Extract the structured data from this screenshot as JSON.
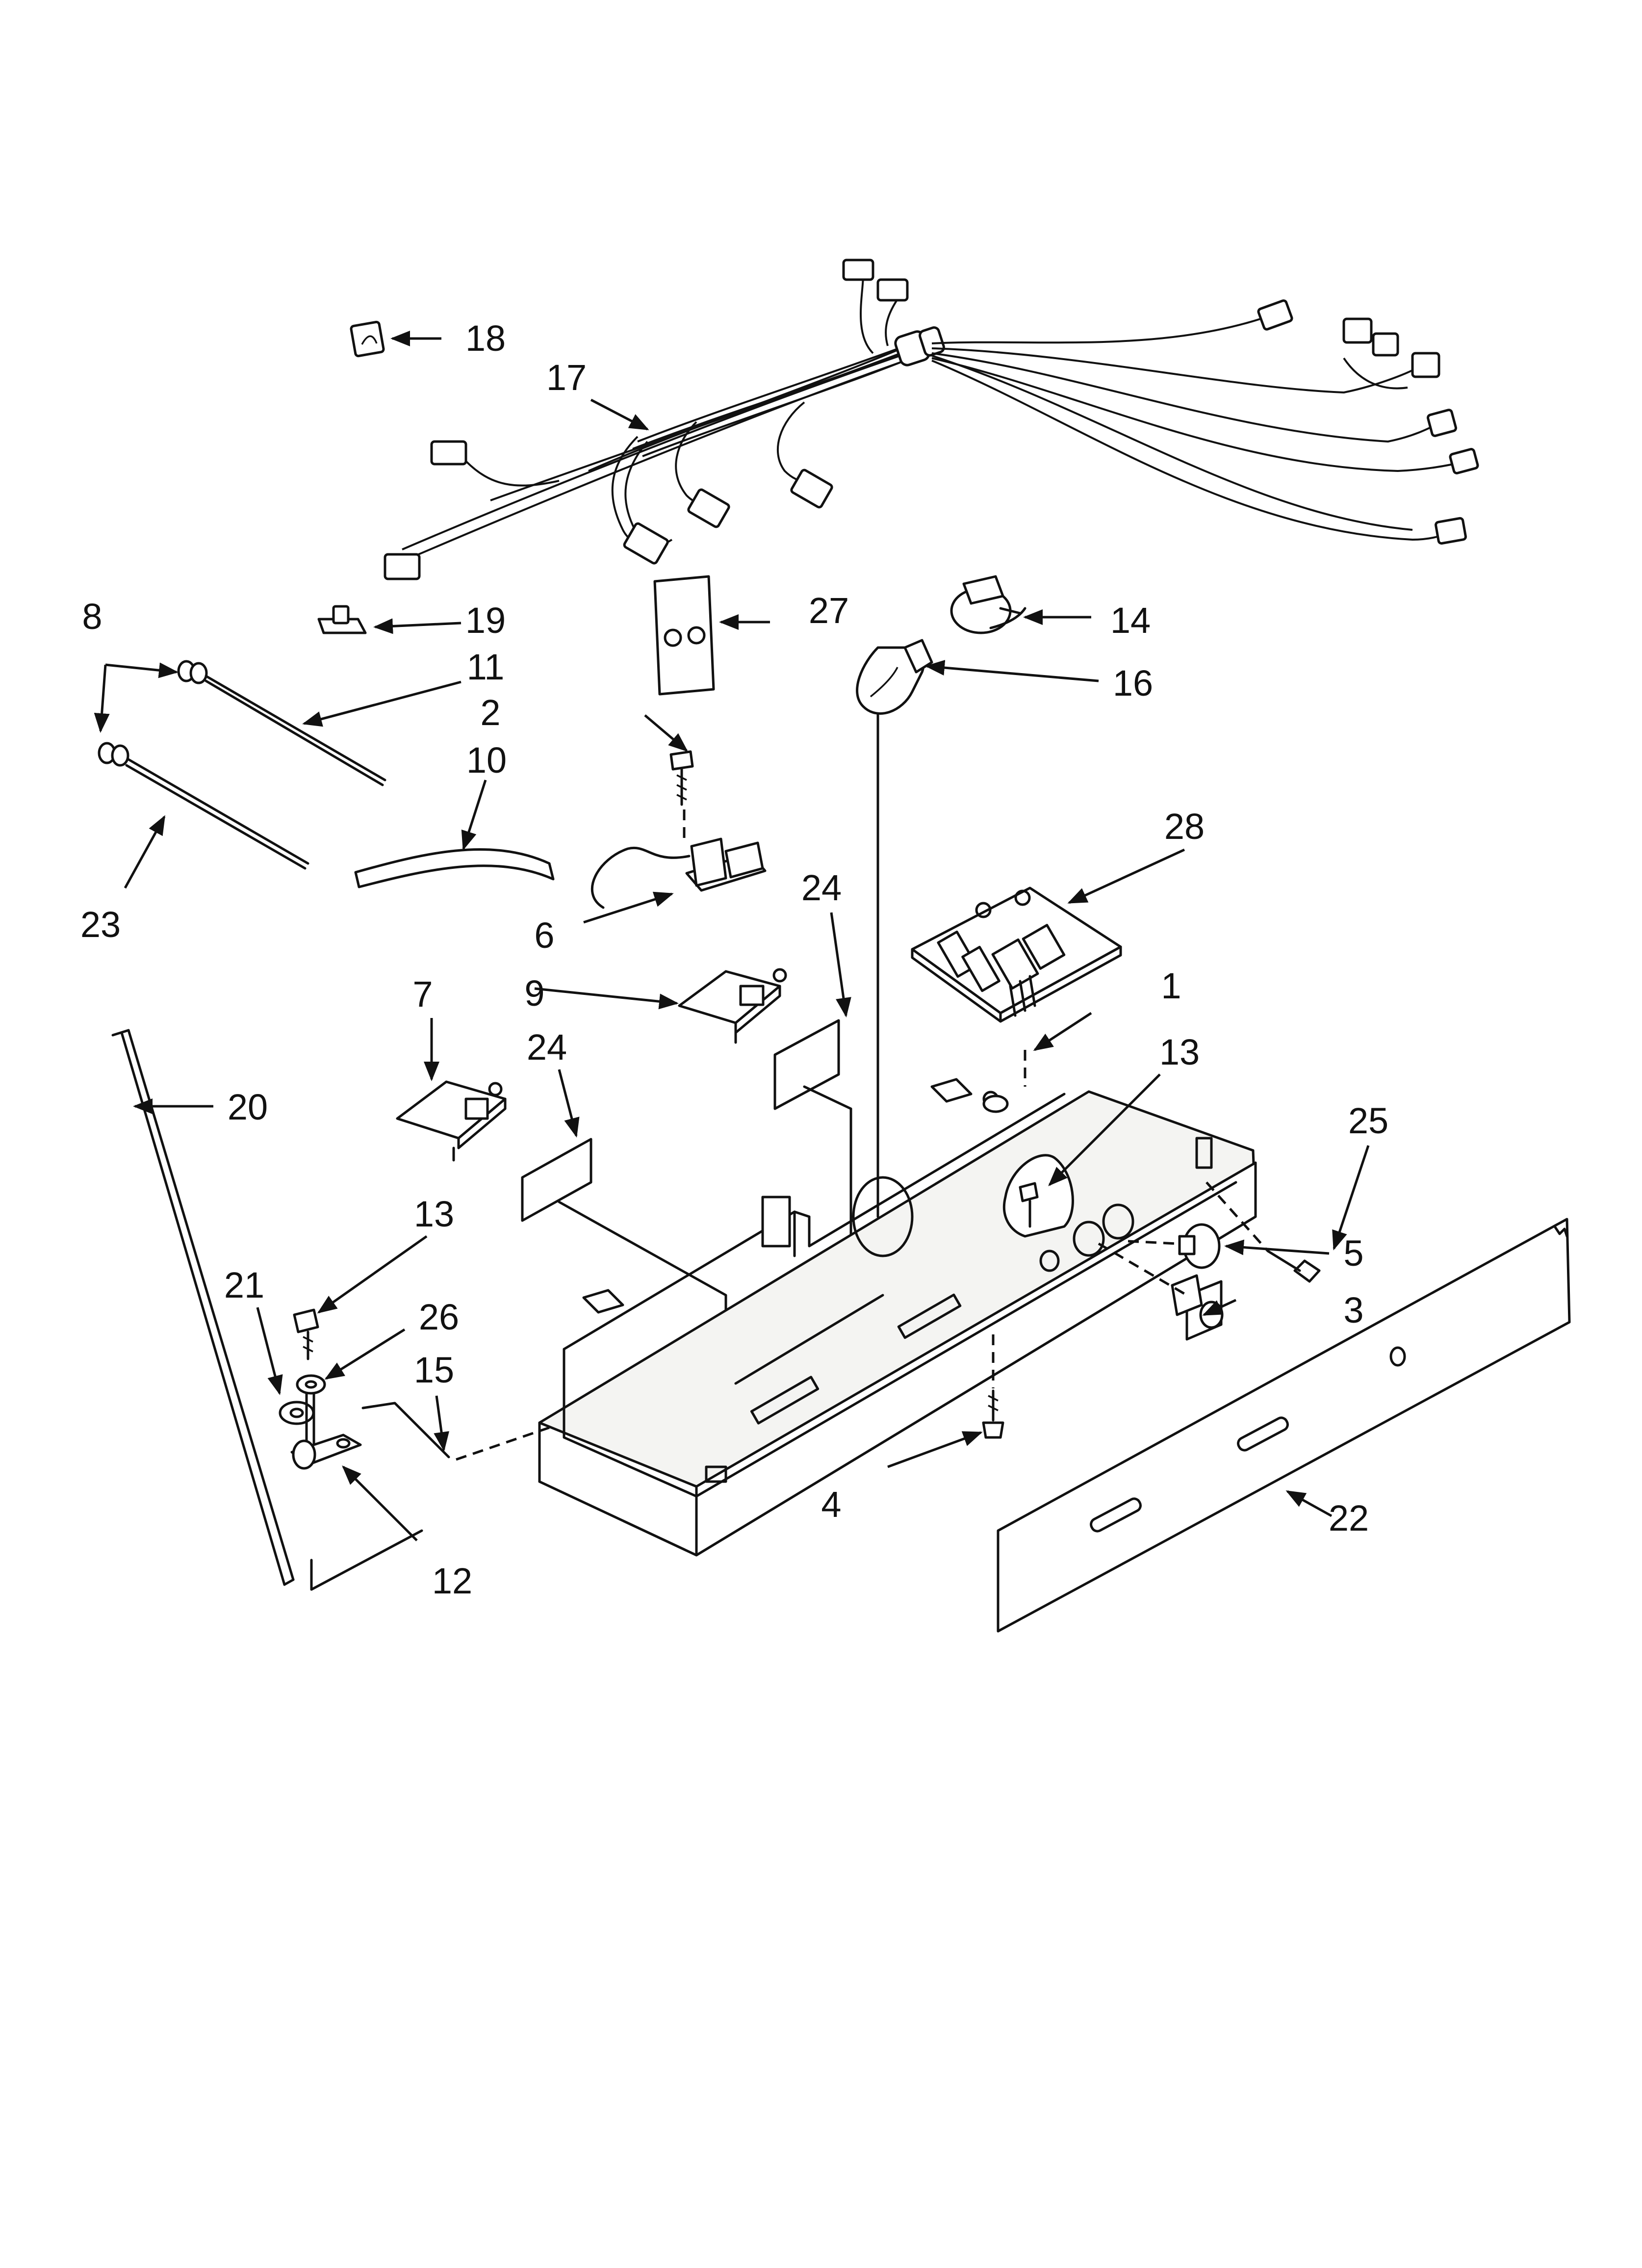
{
  "diagram": {
    "callouts": [
      "1",
      "2",
      "3",
      "4",
      "5",
      "6",
      "7",
      "8",
      "9",
      "10",
      "11",
      "12",
      "13",
      "13",
      "14",
      "15",
      "16",
      "17",
      "18",
      "19",
      "20",
      "21",
      "22",
      "23",
      "24",
      "24",
      "25",
      "26",
      "27",
      "28"
    ]
  }
}
